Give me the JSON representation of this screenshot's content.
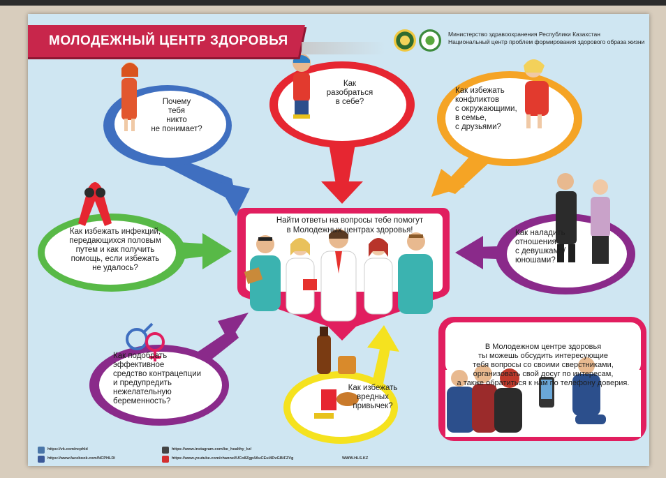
{
  "header": {
    "title": "МОЛОДЕЖНЫЙ ЦЕНТР ЗДОРОВЬЯ",
    "ministry_line1": "Министерство здравоохранения Республики Казахстан",
    "ministry_line2": "Национальный центр проблем формирования здорового образа жизни"
  },
  "bubbles": {
    "blue": [
      "Почему",
      "тебя",
      "никто",
      "не понимает?"
    ],
    "red": [
      "Как",
      "разобраться",
      "в себе?"
    ],
    "orange": [
      "Как избежать",
      "конфликтов",
      "с окружающими,",
      "в семье,",
      "с друзьями?"
    ],
    "green": [
      "Как избежать инфекций,",
      "передающихся половым",
      "путем и как  получить",
      "помощь, если избежать",
      "не удалось?"
    ],
    "purple_right": [
      "Как наладить",
      "отношения",
      "с девушками/",
      "юношами?"
    ],
    "purple_left": [
      "Как подобрать",
      "эффективное",
      "средство контрацепции",
      "и предупредить",
      "нежелательную",
      "беременность?"
    ],
    "yellow": [
      "Как избежать",
      "вредных",
      "привычек?"
    ]
  },
  "center": {
    "line1": "Найти ответы на вопросы тебе помогут",
    "line2": "в Молодежных центрах здоровья!"
  },
  "info_box": [
    "В Молодежном центре здоровья",
    "ты можешь обсудить интересующие",
    "тебя вопросы со своими сверстниками,",
    "организовать свой досуг по интересам,",
    "а также обратиться к нам по телефону доверия."
  ],
  "footer": {
    "vk": "https://vk.com/ncphld",
    "facebook": "https://www.facebook.com/NCPHLD/",
    "instagram": "https://www.instagram.com/be_healthy_kz/",
    "youtube": "https://www.youtube.com/channel/UCo8Zgp4AuCEuI4DvGBiFZVg",
    "site": "WWW.HLS.KZ"
  },
  "colors": {
    "blue": "#3f6fc0",
    "red": "#e62631",
    "orange": "#f5a425",
    "green": "#58b947",
    "purple": "#8a2a8a",
    "yellow": "#f5e21f",
    "pink": "#e11e5f",
    "crimson": "#c8264b"
  }
}
